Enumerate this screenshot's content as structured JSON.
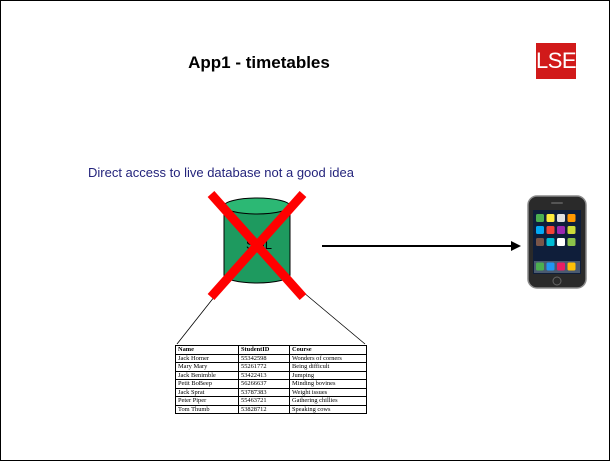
{
  "slide": {
    "title": "App1 - timetables",
    "logo_text": "LSE",
    "caption": "Direct access to live database not a good idea",
    "database_label": "SQL"
  },
  "colors": {
    "logo_red": "#d11a1a",
    "database_green": "#1e9a5f",
    "cross_red": "#ff0000",
    "caption_blue": "#24247c"
  },
  "icons": [
    "database-icon",
    "cross-out-mark",
    "arrow-right-icon",
    "smartphone-icon"
  ],
  "table": {
    "headers": [
      "Name",
      "StudentID",
      "Course"
    ],
    "rows": [
      [
        "Jack Horner",
        "55342598",
        "Wonders of corners"
      ],
      [
        "Mary Mary",
        "55261772",
        "Being difficult"
      ],
      [
        "Jack Benimble",
        "53422413",
        "Jumping"
      ],
      [
        "Petit BoBeep",
        "56266637",
        "Minding bovines"
      ],
      [
        "Jack Sprat",
        "53787383",
        "Weight issues"
      ],
      [
        "Peter Piper",
        "55463721",
        "Gathering chillies"
      ],
      [
        "Tom Thumb",
        "53828712",
        "Speaking cows"
      ]
    ]
  }
}
